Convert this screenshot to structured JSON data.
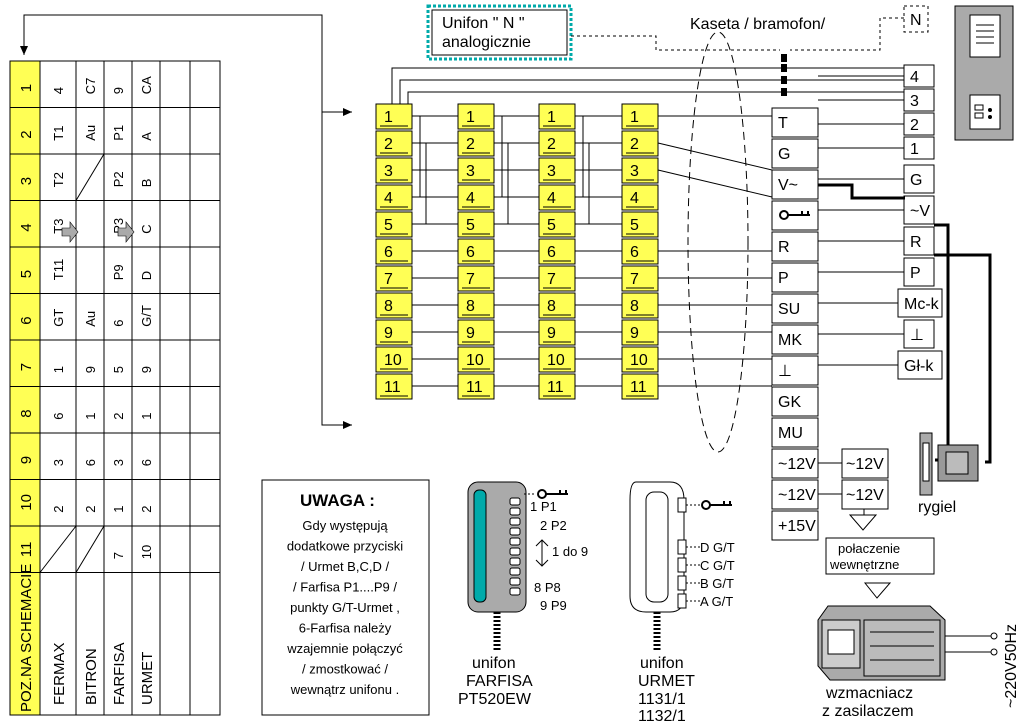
{
  "table": {
    "positions": [
      "1",
      "2",
      "3",
      "4",
      "5",
      "6",
      "7",
      "8",
      "9",
      "10",
      "11"
    ],
    "row_header": "POZ.NA SCHEMACIE",
    "rows": [
      {
        "name": "FERMAX",
        "cells": [
          "4",
          "T1",
          "T2",
          "T3",
          "T11",
          "GT",
          "1",
          "6",
          "3",
          "2",
          "/"
        ]
      },
      {
        "name": "BITRON",
        "cells": [
          "C7",
          "Au",
          "/",
          "",
          "",
          "Au",
          "9",
          "1",
          "6",
          "2",
          "/"
        ]
      },
      {
        "name": "FARFISA",
        "cells": [
          "9",
          "P1",
          "P2",
          "P3",
          "P9",
          "6",
          "5",
          "2",
          "3",
          "1",
          "7"
        ]
      },
      {
        "name": "URMET",
        "cells": [
          "CA",
          "A",
          "B",
          "C",
          "D",
          "G/T",
          "9",
          "1",
          "6",
          "2",
          "10"
        ]
      }
    ]
  },
  "connectors": {
    "numbers": [
      "1",
      "2",
      "3",
      "4",
      "5",
      "6",
      "7",
      "8",
      "9",
      "10",
      "11"
    ]
  },
  "unifon_n": {
    "line1": "Unifon  \" N \"",
    "line2": "analogicznie"
  },
  "kaseta_label": "Kaseta / bramofon/",
  "n_label": "N",
  "panel_left": [
    "T",
    "G",
    "V~",
    "",
    "R",
    "P",
    "SU",
    "MK",
    "⊥",
    "GK",
    "MU",
    "~12V",
    "~12V",
    "+15V"
  ],
  "panel_right": [
    "4",
    "3",
    "2",
    "1",
    "G",
    "~V",
    "R",
    "P",
    "Mc-k",
    "⊥",
    "Gł-k"
  ],
  "power_right": [
    "~12V",
    "~12V"
  ],
  "rygiel": "rygiel",
  "polaczenie": {
    "line1": "połaczenie",
    "line2": "wewnętrzne"
  },
  "wzmacniacz": {
    "line1": "wzmacniacz",
    "line2": "z zasilaczem"
  },
  "mains": "~220V50Hz",
  "uwaga": {
    "title": "UWAGA :",
    "lines": [
      "Gdy występują",
      "dodatkowe przyciski",
      "/ Urmet B,C,D /",
      "/ Farfisa P1....P9 /",
      "punkty G/T-Urmet ,",
      "6-Farfisa należy",
      "wzajemnie połączyć",
      "/ zmostkować /",
      "wewnątrz unifonu ."
    ]
  },
  "farfisa": {
    "labels": [
      "1 P1",
      "2 P2",
      "1 do 9",
      "8 P8",
      "9 P9"
    ],
    "name": [
      "unifon",
      "FARFISA",
      "PT520EW"
    ]
  },
  "urmet": {
    "labels": [
      "D G/T",
      "C G/T",
      "B G/T",
      "A G/T"
    ],
    "name": [
      "unifon",
      "URMET",
      "1131/1",
      "1132/1"
    ]
  }
}
